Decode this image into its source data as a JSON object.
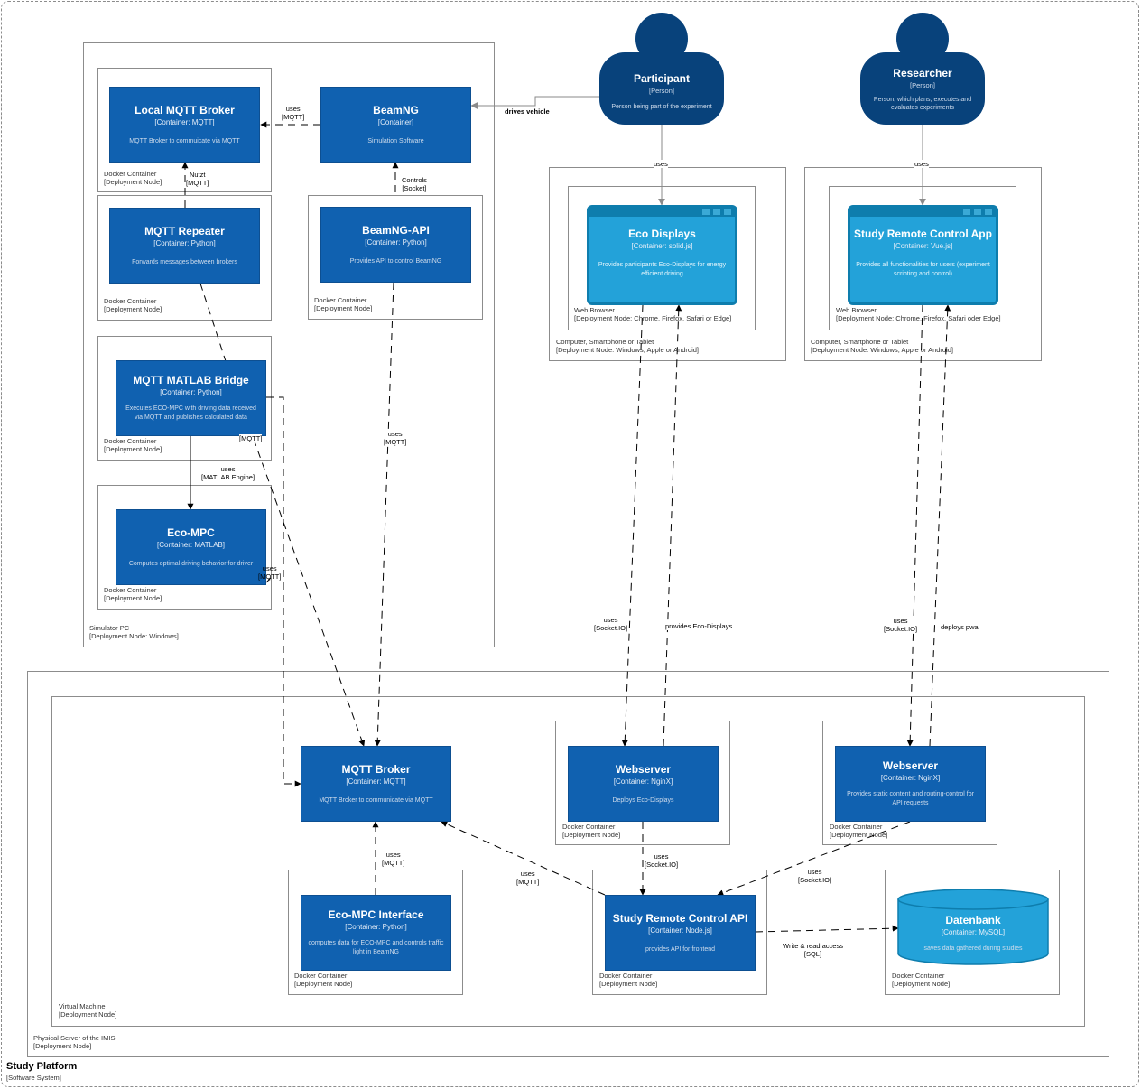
{
  "system": {
    "title": "Study Platform",
    "type": "[Software System]"
  },
  "nodes": {
    "simulator_pc": [
      "Simulator PC",
      "[Deployment Node: Windows]"
    ],
    "docker": [
      "Docker Container",
      "[Deployment Node]"
    ],
    "computer_left": [
      "Computer, Smartphone or Tablet",
      "[Deployment Node: Windows, Apple or Android]"
    ],
    "computer_right": [
      "Computer, Smartphone or Tablet",
      "[Deployment Node: Windows, Apple or Android]"
    ],
    "browser_left": [
      "Web Browser",
      "[Deployment Node: Chrome, Firefox, Safari or Edge]"
    ],
    "browser_right": [
      "Web Browser",
      "[Deployment Node: Chrome, Firefox, Safari oder Edge]"
    ],
    "vm": [
      "Virtual Machine",
      "[Deployment Node]"
    ],
    "physical": [
      "Physical Server of the IMIS",
      "[Deployment Node]"
    ]
  },
  "people": {
    "participant": {
      "name": "Participant",
      "type": "[Person]",
      "desc": "Person being part of the experiment"
    },
    "researcher": {
      "name": "Researcher",
      "type": "[Person]",
      "desc": "Person, which plans, executes and evaluates experiments"
    }
  },
  "containers": {
    "local_broker": {
      "name": "Local MQTT Broker",
      "type": "[Container: MQTT]",
      "desc": "MQTT Broker to commuicate via MQTT"
    },
    "beamng": {
      "name": "BeamNG",
      "type": "[Container]",
      "desc": "Simulation Software"
    },
    "repeater": {
      "name": "MQTT Repeater",
      "type": "[Container: Python]",
      "desc": "Forwards messages between brokers"
    },
    "beamng_api": {
      "name": "BeamNG-API",
      "type": "[Container: Python]",
      "desc": "Provides API to control BeamNG"
    },
    "matlab_bridge": {
      "name": "MQTT MATLAB Bridge",
      "type": "[Container: Python]",
      "desc": "Executes ECO-MPC with driving data received via MQTT and publishes calculated data"
    },
    "eco_mpc": {
      "name": "Eco-MPC",
      "type": "[Container: MATLAB]",
      "desc": "Computes optimal driving behavior for driver"
    },
    "eco_displays": {
      "name": "Eco Displays",
      "type": "[Container: solid.js]",
      "desc": "Provides participants Eco-Displays for energy efficient driving"
    },
    "remote_app": {
      "name": "Study Remote Control App",
      "type": "[Container: Vue.js]",
      "desc": "Provides all functionalities for users (experiment scripting and control)"
    },
    "mqtt_broker": {
      "name": "MQTT Broker",
      "type": "[Container: MQTT]",
      "desc": "MQTT Broker to communicate via MQTT"
    },
    "webserver1": {
      "name": "Webserver",
      "type": "[Container: NginX]",
      "desc": "Deploys Eco-Displays"
    },
    "webserver2": {
      "name": "Webserver",
      "type": "[Container: NginX]",
      "desc": "Provides static content and routing-control for API requests"
    },
    "eco_mpc_iface": {
      "name": "Eco-MPC Interface",
      "type": "[Container: Python]",
      "desc": "computes data for ECO-MPC and controls traffic light in BeamNG"
    },
    "remote_api": {
      "name": "Study Remote Control API",
      "type": "[Container: Node.js]",
      "desc": "provides API for frontend"
    },
    "db": {
      "name": "Datenbank",
      "type": "[Container: MySQL]",
      "desc": "saves data gathered during studies"
    }
  },
  "relations": {
    "uses_mqtt": [
      "uses",
      "[MQTT]"
    ],
    "drives": "drives vehicle",
    "nutzt": [
      "Nutzt",
      "[MQTT]"
    ],
    "controls": [
      "Controls",
      "[Socket]"
    ],
    "uses_matlab": [
      "uses",
      "[MATLAB Engine]"
    ],
    "mqtt_only": "[MQTT]",
    "uses": "uses",
    "uses_socket": [
      "uses",
      "[Socket.IO]"
    ],
    "provides_eco": "provides Eco-Displays",
    "deploys_pwa": "deploys pwa",
    "write_read": [
      "Write & read access",
      "[SQL]"
    ]
  },
  "colors": {
    "container": "#1061b0",
    "person": "#08427b",
    "web": "#23a2d9",
    "db": "#23a2d9"
  }
}
